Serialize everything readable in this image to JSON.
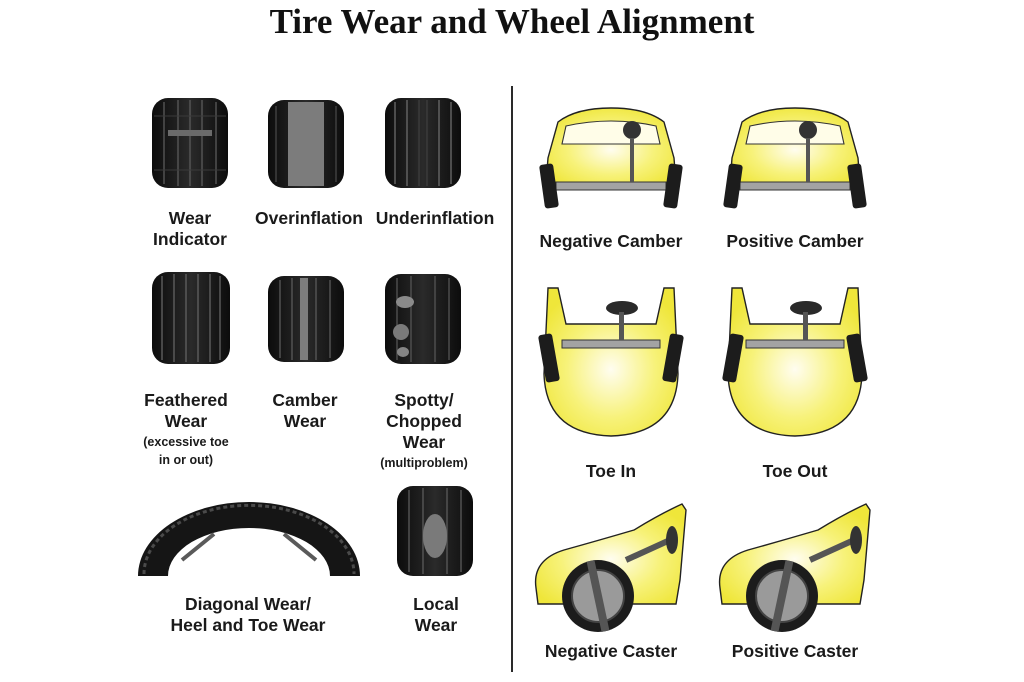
{
  "title": "Tire Wear and Wheel Alignment",
  "tire_wear": [
    {
      "id": "wear-indicator",
      "label": [
        "Wear",
        "Indicator"
      ],
      "note": []
    },
    {
      "id": "overinflation",
      "label": [
        "Overinflation"
      ],
      "note": []
    },
    {
      "id": "underinflation",
      "label": [
        "Underinflation"
      ],
      "note": []
    },
    {
      "id": "feathered-wear",
      "label": [
        "Feathered",
        "Wear"
      ],
      "note": [
        "(excessive toe",
        "in or out)"
      ]
    },
    {
      "id": "camber-wear",
      "label": [
        "Camber",
        "Wear"
      ],
      "note": []
    },
    {
      "id": "spotty-chopped-wear",
      "label": [
        "Spotty/",
        "Chopped",
        "Wear"
      ],
      "note": [
        "(multiproblem)"
      ]
    },
    {
      "id": "diagonal-wear",
      "label": [
        "Diagonal Wear/",
        "Heel and Toe Wear"
      ],
      "note": []
    },
    {
      "id": "local-wear",
      "label": [
        "Local",
        "Wear"
      ],
      "note": []
    }
  ],
  "alignment": [
    {
      "id": "negative-camber",
      "label": "Negative Camber"
    },
    {
      "id": "positive-camber",
      "label": "Positive Camber"
    },
    {
      "id": "toe-in",
      "label": "Toe In"
    },
    {
      "id": "toe-out",
      "label": "Toe Out"
    },
    {
      "id": "negative-caster",
      "label": "Negative Caster"
    },
    {
      "id": "positive-caster",
      "label": "Positive Caster"
    }
  ],
  "colors": {
    "car_body": "#f4ee57",
    "car_glow": "#fffbe0",
    "tire": "#1e1e1e",
    "tread_line": "#555555",
    "axle": "#9a9a9a"
  }
}
